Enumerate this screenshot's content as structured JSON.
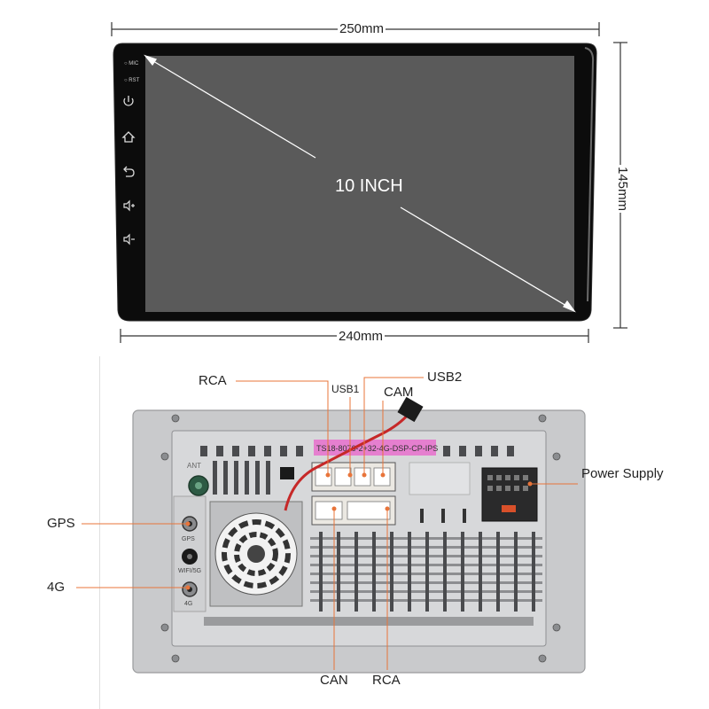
{
  "dimensions": {
    "top_width": "250mm",
    "bottom_width": "240mm",
    "height": "145mm"
  },
  "screen": {
    "diagonal_label": "10 INCH",
    "side_buttons": [
      {
        "label": "MIC",
        "icon": "mic-text"
      },
      {
        "label": "RST",
        "icon": "rst-text"
      },
      {
        "label": "",
        "icon": "power-icon"
      },
      {
        "label": "",
        "icon": "home-icon"
      },
      {
        "label": "",
        "icon": "back-icon"
      },
      {
        "label": "",
        "icon": "volume-up-icon"
      },
      {
        "label": "",
        "icon": "volume-down-icon"
      }
    ]
  },
  "rear_panel": {
    "model_sticker": "TS18-8076-2+32-4G-DSP-CP-IPS",
    "port_markings": {
      "ant": "ANT",
      "gps": "GPS",
      "wifi": "WIFI/5G",
      "fourg": "4G"
    },
    "callouts": {
      "rca_top": "RCA",
      "usb1": "USB1",
      "usb2": "USB2",
      "cam": "CAM",
      "power_supply": "Power Supply",
      "gps": "GPS",
      "fourg": "4G",
      "can": "CAN",
      "rca_bottom": "RCA"
    },
    "callout_color": "#e8743a"
  }
}
